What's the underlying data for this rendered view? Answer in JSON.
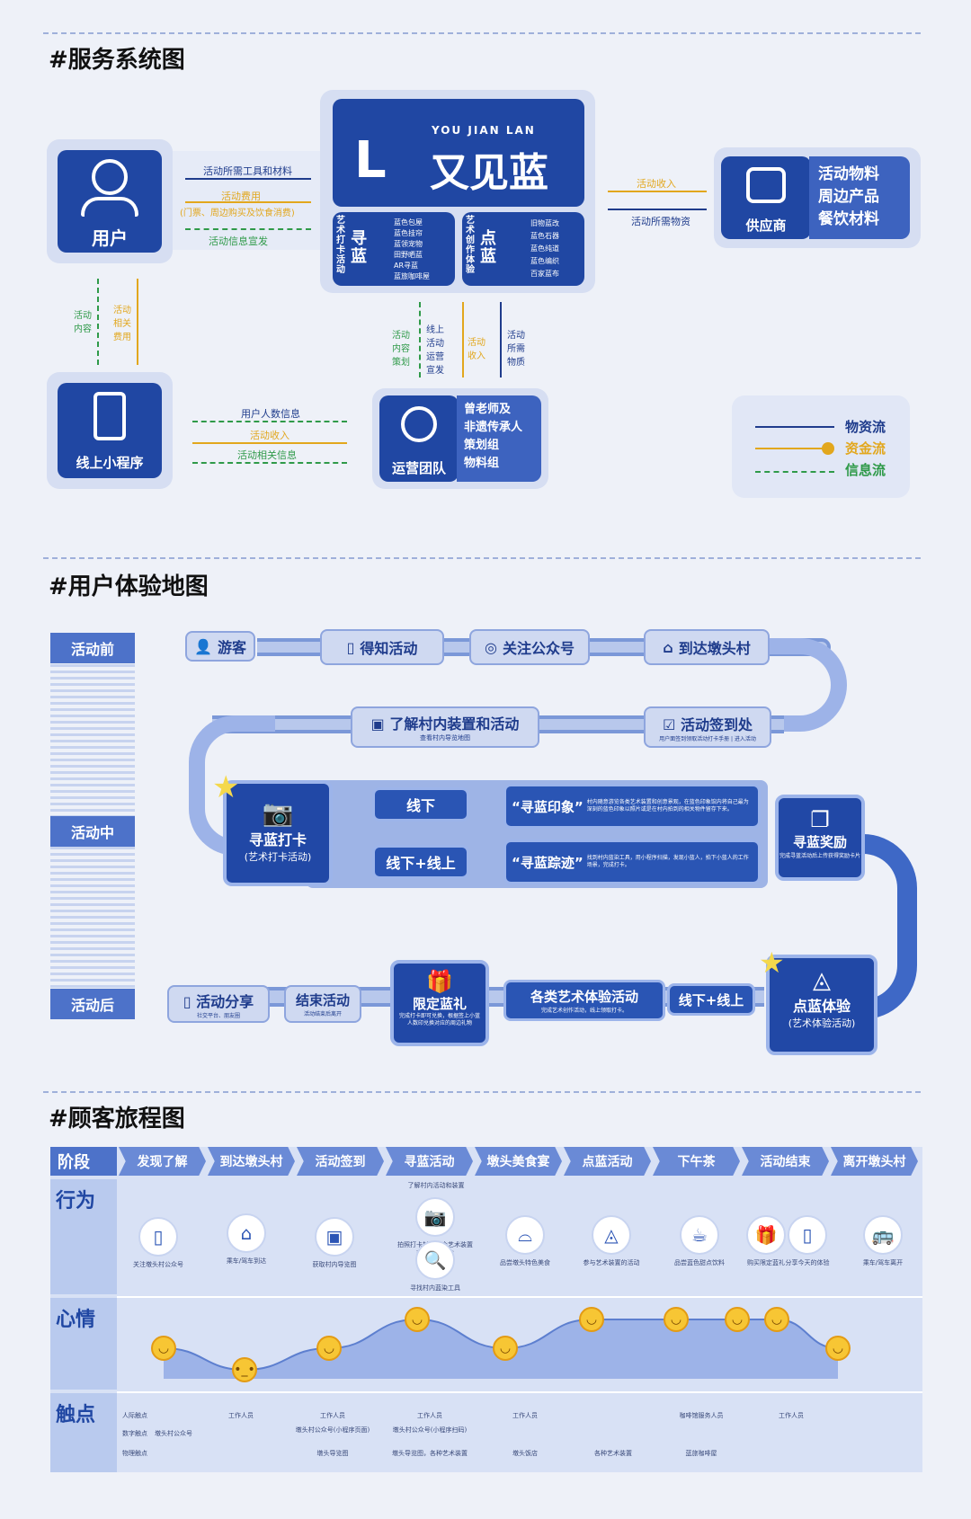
{
  "sections": {
    "service": "#服务系统图",
    "experience": "#用户体验地图",
    "journey": "#顾客旅程图"
  },
  "service_map": {
    "user": "用户",
    "brand_en": "YOU JIAN LAN",
    "brand_cn": "又见蓝",
    "xunlan": {
      "title": "寻蓝",
      "side": "艺术打卡活动",
      "items": [
        "蓝色包屋",
        "蓝色挂帘",
        "蓝领宠物",
        "田野晒蓝",
        "AR寻蓝",
        "蓝旅咖啡屋"
      ]
    },
    "dianlan": {
      "title": "点蓝",
      "side": "艺术创作体验",
      "items": [
        "旧物蓝改",
        "蓝色石器",
        "蓝色纯道",
        "蓝色编织",
        "百家蓝布"
      ]
    },
    "supplier": "供应商",
    "supplier_items": [
      "活动物料",
      "周边产品",
      "餐饮材料"
    ],
    "mini_program": "线上小程序",
    "ops_team": "运营团队",
    "ops_items": [
      "曾老师及",
      "非遗传承人",
      "策划组",
      "物料组"
    ],
    "a_user_top1": "活动所需工具和材料",
    "a_user_top2": "活动费用",
    "a_user_top3": "(门票、周边购买及饮食消费)",
    "a_user_top4": "活动信息宣发",
    "a_sup1": "活动收入",
    "a_sup2": "活动所需物资",
    "a_left1": "活动内容",
    "a_left2": "活动相关费用",
    "a_mid1": "活动内容策划",
    "a_mid2": "线上活动运营宣发",
    "a_mid3": "活动收入",
    "a_mid4": "活动所需物质",
    "a_bot1": "用户人数信息",
    "a_bot2": "活动收入",
    "a_bot3": "活动相关信息",
    "legend": [
      "物资流",
      "资金流",
      "信息流"
    ]
  },
  "experience_map": {
    "stages": [
      "活动前",
      "活动中",
      "活动后"
    ],
    "row1": [
      "游客",
      "得知活动",
      "关注公众号",
      "到达墩头村"
    ],
    "row2": [
      "了解村内装置和活动",
      "活动签到处"
    ],
    "row2_sub": [
      "查看村内导览地图",
      "用户面签到领取活动打卡手册 | 进入活动"
    ],
    "xunlan": "寻蓝打卡",
    "xunlan_sub": "(艺术打卡活动)",
    "offline": "线下",
    "offline_online": "线下+线上",
    "yinxiang": "“寻蓝印象”",
    "yinxiang_desc": "村内随意游览各类艺术装置和创意景观，在蓝色印象馆内将自己最为深刻的蓝色印象以照片或是在村内拍到的相关物件留存下来。",
    "zongji": "“寻蓝踪迹”",
    "zongji_desc": "找到村内蓝染工具，用小程序扫描，发现小蓝人，拍下小蓝人的工作场景，完成打卡。",
    "reward": "寻蓝奖励",
    "reward_sub": "完成寻蓝活动后上传获得奖励卡片",
    "row4": [
      "活动分享",
      "结束活动"
    ],
    "row4_sub": [
      "社交平台、朋友圈",
      "活动结束后离开"
    ],
    "gift": "限定蓝礼",
    "gift_sub": "完成打卡即可兑换，根据签上小蓝人数印兑换对应的周边礼物",
    "art": "各类艺术体验活动",
    "art_sub": "完成艺术创作活动，线上领取打卡。",
    "art_mode": "线下+线上",
    "dianlan": "点蓝体验",
    "dianlan_sub": "(艺术体验活动)"
  },
  "journey": {
    "phase_label": "阶段",
    "phases": [
      "发现了解",
      "到达墩头村",
      "活动签到",
      "寻蓝活动",
      "墩头美食宴",
      "点蓝活动",
      "下午茶",
      "活动结束",
      "离开墩头村"
    ],
    "row_labels": [
      "行为",
      "心情",
      "触点"
    ],
    "behaviors": [
      "关注墩头村公众号",
      "乘车/驾车到达",
      "获取村内导览图",
      "了解村内活动和装置",
      "拍照打卡村内各个艺术装置获取蓝色徽章",
      "寻找村内蓝染工具",
      "品尝墩头特色美食",
      "参与艺术装置的活动",
      "品尝蓝色甜点饮料",
      "购买限定蓝礼",
      "分享今天的体验",
      "乘车/驾车离开"
    ],
    "mood": [
      0.45,
      0.15,
      0.45,
      0.85,
      0.45,
      0.85,
      0.85,
      0.85,
      0.85,
      0.45
    ],
    "touch_left": [
      "人际触点",
      "数字触点",
      "物理触点"
    ],
    "touch_digital": "墩头村公众号",
    "touch_staff": [
      "工作人员",
      "工作人员",
      "工作人员",
      "工作人员",
      "咖啡馆服务人员",
      "工作人员"
    ],
    "touch_digital2": [
      "墩头村公众号(小程序页面)",
      "墩头村公众号(小程序扫码)"
    ],
    "touch_phys": [
      "墩头导览图",
      "墩头导览图，各种艺术装置",
      "墩头饭店",
      "各种艺术装置",
      "蓝旅咖啡屋"
    ]
  }
}
